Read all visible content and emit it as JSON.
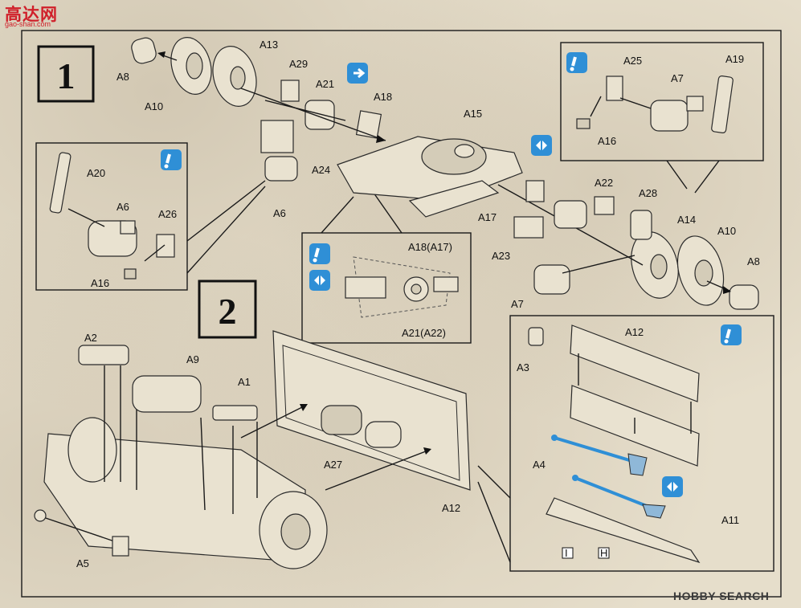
{
  "watermark": {
    "site_cn": "高达网",
    "site_url": "gao-shan.com",
    "search_brand": "HOBBY SEARCH"
  },
  "steps": [
    {
      "number": "1"
    },
    {
      "number": "2"
    }
  ],
  "step1_labels": [
    "A8",
    "A10",
    "A13",
    "A29",
    "A21",
    "A18",
    "A15",
    "A24",
    "A6",
    "A22",
    "A28",
    "A17",
    "A23",
    "A7",
    "A14",
    "A10",
    "A8",
    "A25",
    "A7",
    "A19",
    "A16",
    "A20",
    "A6",
    "A26",
    "A16"
  ],
  "detail_labels": {
    "a18": "A18(A17)",
    "a21": "A21(A22)"
  },
  "step2_labels": [
    "A2",
    "A9",
    "A1",
    "A27",
    "A12",
    "A5",
    "A3",
    "A12",
    "A4",
    "A11",
    "I",
    "H"
  ],
  "colors": {
    "accent_blue": "#2f8fd6",
    "paper": "#e6decb",
    "ink": "#1a1a1a"
  }
}
